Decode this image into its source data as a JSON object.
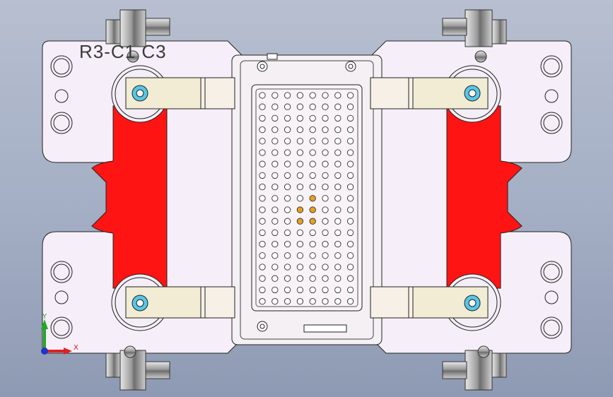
{
  "viewport": {
    "background_top": "#b7bfd0",
    "background_bottom": "#8e9ab3"
  },
  "part_label": "R3-C1 C3",
  "axis_triad": {
    "x_label": "X",
    "y_label": "Y"
  },
  "colors": {
    "plate": "#f6eef8",
    "accent_red": "#ff1414",
    "clamp_arm": "#f2ecd4",
    "pin_hole_highlight": "#e8a020",
    "hole_ring": "#57c8e8"
  },
  "pin_grid": {
    "columns": 8,
    "rows": 19,
    "highlighted_pins": [
      [
        4,
        9
      ],
      [
        3,
        10
      ],
      [
        4,
        10
      ],
      [
        3,
        11
      ],
      [
        4,
        11
      ]
    ]
  },
  "fittings_icon": "pneumatic-elbow-fitting"
}
